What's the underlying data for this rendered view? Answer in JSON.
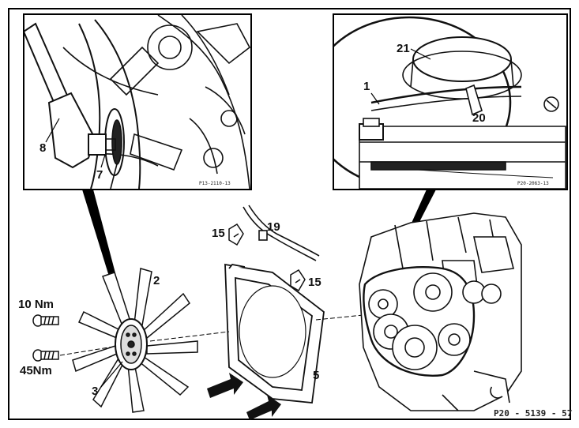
{
  "figure": {
    "callouts": {
      "c8": "8",
      "c7": "7",
      "c21": "21",
      "c1": "1",
      "c20": "20",
      "c15a": "15",
      "c19": "19",
      "c15b": "15",
      "c2": "2",
      "c3": "3",
      "c5": "5"
    },
    "torques": {
      "t10": "10 Nm",
      "t45": "45Nm"
    },
    "refs": {
      "inset_left": "P13-2110-13",
      "inset_right": "P20-2063-13",
      "main": "P20 - 5139 - 57"
    }
  }
}
